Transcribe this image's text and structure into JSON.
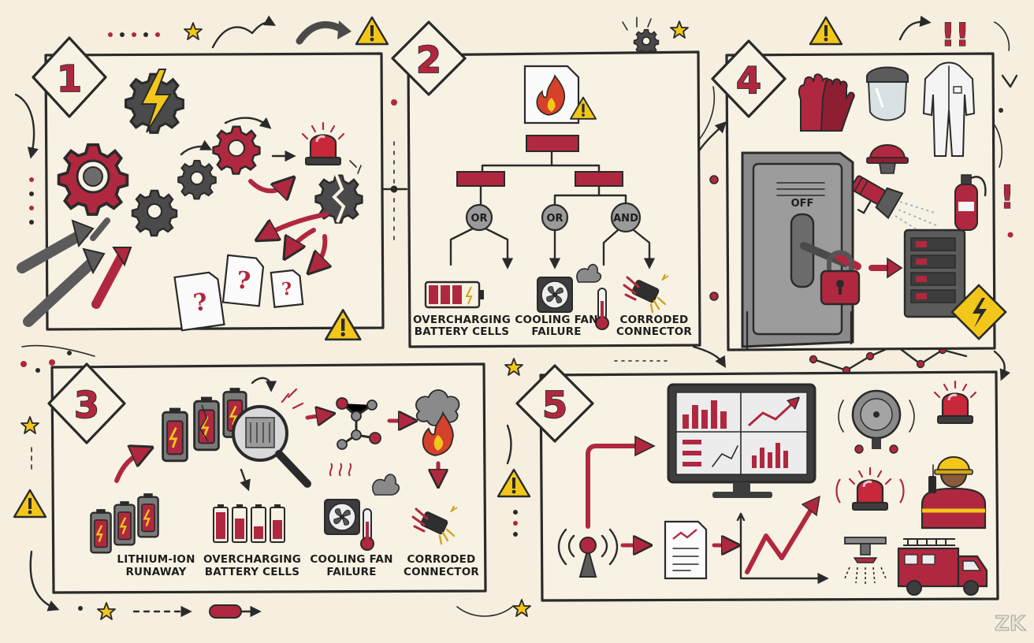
{
  "panels": [
    {
      "number": "1"
    },
    {
      "number": "2",
      "gates": [
        "OR",
        "OR",
        "AND"
      ],
      "causes": [
        {
          "line1": "OVERCHARGING",
          "line2": "BATTERY CELLS"
        },
        {
          "line1": "COOLING FAN",
          "line2": "FAILURE"
        },
        {
          "line1": "CORRODED",
          "line2": "CONNECTOR"
        }
      ]
    },
    {
      "number": "3",
      "causes": [
        {
          "line1": "LITHIUM-ION",
          "line2": "RUNAWAY"
        },
        {
          "line1": "OVERCHARGING",
          "line2": "BATTERY CELLS"
        },
        {
          "line1": "COOLING FAN",
          "line2": "FAILURE"
        },
        {
          "line1": "CORRODED",
          "line2": "CONNECTOR"
        }
      ]
    },
    {
      "number": "4",
      "switch_label": "OFF"
    },
    {
      "number": "5"
    }
  ],
  "logo": "ZK",
  "colors": {
    "accent_red": "#b0283f",
    "ink": "#2a2a2a",
    "paper": "#f6efdf",
    "warning_yellow": "#f2c71a",
    "steel_gray": "#6c6c6c"
  },
  "icons": [
    "gear-icon",
    "lightning-icon",
    "siren-icon",
    "question-document-icon",
    "fire-document-icon",
    "battery-icon",
    "fan-icon",
    "thermometer-icon",
    "connector-icon",
    "gloves-icon",
    "face-shield-icon",
    "coverall-icon",
    "helmet-icon",
    "flashlight-icon",
    "fire-extinguisher-icon",
    "breaker-panel-icon",
    "padlock-icon",
    "server-rack-icon",
    "high-voltage-icon",
    "magnifier-icon",
    "molecule-icon",
    "monitor-dashboard-icon",
    "bell-icon",
    "firefighter-icon",
    "sensor-icon",
    "report-icon",
    "trend-chart-icon",
    "sprinkler-icon",
    "fire-truck-icon"
  ]
}
